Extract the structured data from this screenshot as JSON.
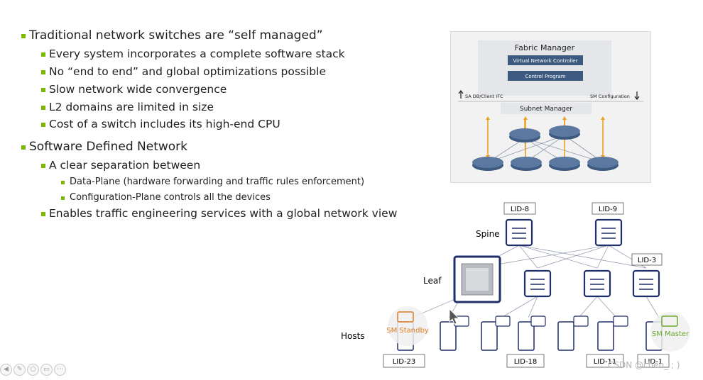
{
  "slide": {
    "bullets": [
      {
        "level": 1,
        "text": "Traditional network switches are “self managed”"
      },
      {
        "level": 2,
        "text": "Every system incorporates a complete software stack"
      },
      {
        "level": 2,
        "text": "No “end to end” and global optimizations possible"
      },
      {
        "level": 2,
        "text": "Slow network wide convergence"
      },
      {
        "level": 2,
        "text": "L2 domains are limited in size"
      },
      {
        "level": 2,
        "text": "Cost of a switch includes its high-end CPU"
      },
      {
        "level": 1,
        "text": "Software Defined Network"
      },
      {
        "level": 2,
        "text": "A clear separation between"
      },
      {
        "level": 3,
        "text": "Data-Plane (hardware forwarding and traffic rules enforcement)"
      },
      {
        "level": 3,
        "text": "Configuration-Plane controls all the devices"
      },
      {
        "level": 2,
        "text": "Enables traffic engineering services with a global network view"
      }
    ],
    "bullet_color": "#7ab800"
  },
  "fabric_diagram": {
    "title": "Fabric Manager",
    "components": [
      "Virtual Network Controller",
      "Control Program"
    ],
    "left_label": "SA DB/Client IFC",
    "right_label": "SM Configuration",
    "subnet_manager": "Subnet Manager",
    "box_color": "#3d5a80"
  },
  "topology_diagram": {
    "spine_label": "Spine",
    "leaf_label": "Leaf",
    "hosts_label": "Hosts",
    "lids": [
      "LID-8",
      "LID-9",
      "LID-3",
      "LID-23",
      "LID-18",
      "LID-11",
      "LID-1"
    ],
    "sm_standby": "SM Standby",
    "sm_master": "SM Master",
    "switch_color": "#1f2f6b",
    "standby_color": "#e07b22",
    "master_color": "#6aa82a"
  },
  "overlay": {
    "watermark": "CSDN @chen_  ; )",
    "player_icons": [
      "previous-icon",
      "pen-icon",
      "search-icon",
      "screen-icon",
      "more-icon"
    ]
  }
}
